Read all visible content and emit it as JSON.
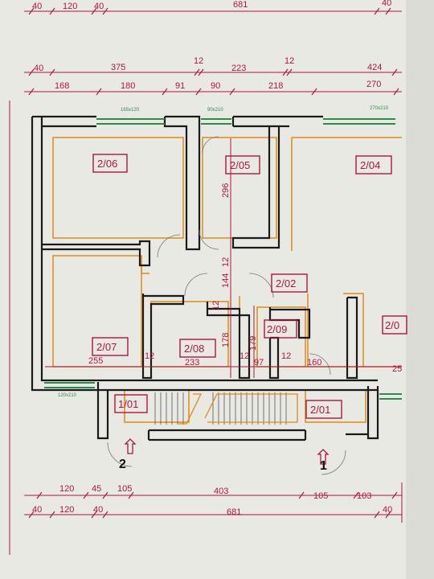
{
  "dimensions": {
    "top_row_1": [
      "40",
      "120",
      "40",
      "681",
      "40"
    ],
    "top_row_2": [
      "40",
      "375",
      "12",
      "223",
      "12",
      "424"
    ],
    "top_row_3": [
      "168",
      "180",
      "91",
      "90",
      "218",
      "270"
    ],
    "bottom_row_1": [
      "120",
      "45",
      "105",
      "403",
      "105",
      "103"
    ],
    "bottom_row_2": [
      "40",
      "120",
      "40",
      "681",
      "40"
    ],
    "vertical": [
      "296",
      "144",
      "12",
      "178",
      "12",
      "179"
    ],
    "inner_horizontal": [
      "255",
      "12",
      "233",
      "12",
      "97",
      "12",
      "160",
      "25"
    ]
  },
  "window_labels": [
    "165x120",
    "90x210",
    "270x210",
    "120x210"
  ],
  "rooms": [
    "2/06",
    "2/05",
    "2/04",
    "2/07",
    "2/08",
    "2/02",
    "2/09",
    "2/0",
    "1/01",
    "2/01"
  ],
  "entrances": [
    "1",
    "2"
  ],
  "colors": {
    "dimension": "#b0163a",
    "room_outline": "#e08a1a",
    "wall": "#1a1a1a",
    "window": "#2e8b4a",
    "paper": "#e8e8e3"
  }
}
